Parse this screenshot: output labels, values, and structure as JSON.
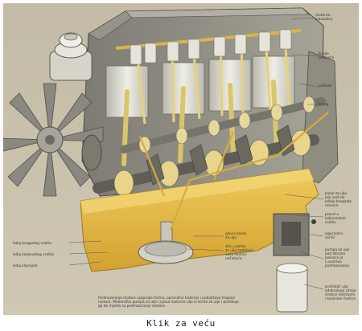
{
  "labels": {
    "l1": [
      "motorna",
      "klackalica"
    ],
    "l2": [
      "šuplja",
      "podizača"
    ],
    "l3": [
      "podizač"
    ],
    "l4": [
      "brijeg"
    ],
    "l5": [
      "kanal za ulje",
      "koji vodi do",
      "ležaja bregaste",
      "osovine"
    ],
    "l6": [
      "provrt u",
      "koljenastom",
      "vratilu"
    ],
    "l7": [
      "sigurnosni",
      "ventil"
    ],
    "l8": [
      "pumpa za ulje",
      "pod laticom",
      "pokreće je",
      "u sustavu",
      "podmazivanja"
    ],
    "l9": [
      "glavni kanal",
      "za ulje"
    ],
    "l10": [
      "sito u koritu",
      "za ulje zadržava",
      "veće čestice",
      "nečistoće"
    ],
    "l11": [
      "ležaj bregastog vratila"
    ],
    "l12": [
      "ležaj koljenastog vratila"
    ],
    "l13": [
      "ležaj klipnjače"
    ],
    "l14": [
      "pročistač ulja",
      "odstranjuje sitnije",
      "čestice nečistoće",
      "i kovinske čestice"
    ],
    "bottom_text": [
      "Podmazivanje motora osiguraje tlačno, opranično trošenje i poboljšava trajanje",
      "motora. Mehanička pumpa za ulje crpava motorno ulje iz korita za ulje i potiskuje",
      "ga do mjesta za podmazivanje motora."
    ]
  },
  "caption": "Klik za veću",
  "colors": {
    "background": "#c8c0ab",
    "oil": "#e6bd45",
    "metal": "#8f8c80",
    "cylinder": "#d7d6cc"
  }
}
